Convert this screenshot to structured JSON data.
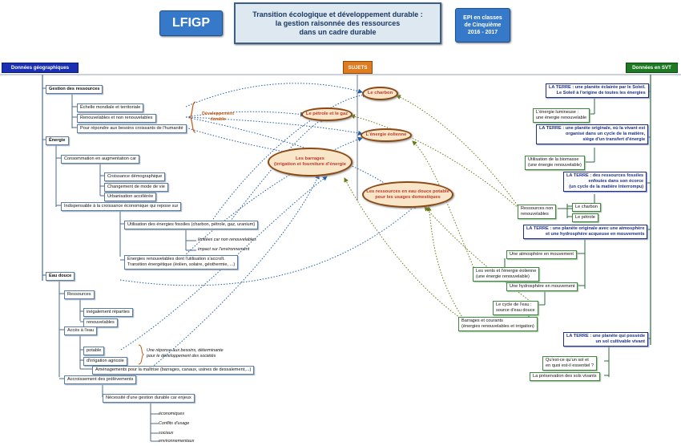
{
  "header": {
    "logo": "LFIGP",
    "title": "Transition écologique et développement durable :\nla gestion raisonnée des ressources\ndans un cadre durable",
    "epi": "EPI en classes\nde Cinquième\n2016 - 2017"
  },
  "branches": {
    "geo": "Données géographiques",
    "sujets": "SUJETS",
    "svt": "Données en SVT"
  },
  "geo": {
    "gestion": "Gestion des ressources",
    "echelle": "Échelle mondiale et territoriale",
    "renouv_non": "Renouvelables et non renouvelables",
    "besoins": "Pour répondre aux besoins croissants de l'humanité",
    "dev_durable": "Développement\ndurable",
    "energie": "Énergie",
    "conso": "Consommation en augmentation car",
    "croissance": "Croissance démographique",
    "mode_vie": "Changement de mode de vie",
    "urbanisation": "Urbanisation accélérée",
    "indispensable": "Indispensable à la croissance économique  qui repose sur",
    "fossiles": "Utilisation des énergies fossiles (charbon, pétrole, gaz, uranium)",
    "limitees": "limitées car non renouvelables",
    "impact": "impact sur l'environnement",
    "renouvelables": "Énergies renouvelables dont l'utilisation s'accroît.\nTransition énergétique (éolien, solaire, géothermie, ...)",
    "eau": "Eau douce",
    "ressources": "Ressources",
    "inegal": "inégalement réparties",
    "renouv": "renouvelables",
    "acces": "Accès à l'eau",
    "potable": "potable",
    "irrigation": "d'irrigation agricole",
    "reponse": "Une réponse aux besoins, déterminante\npour le développement des sociétés",
    "amenagements": "Aménagements pour la maîtrise (barrages, canaux, usines de dessalement,...)",
    "accroissement": "Accroissement des prélèvements",
    "necessite": "Nécessité d'une gestion durable car enjeux",
    "economiques": "économiques",
    "conflits": "Conflits d'usage",
    "sociaux": "sociaux",
    "environnementaux": "environnementaux"
  },
  "sujets": {
    "charbon": "Le charbon",
    "petrole": "Le pétrole et le gaz",
    "eolienne": "L'énergie éolienne",
    "barrages": "Les barrages\n(irrigation et fourniture d'énergie",
    "eau": "Les ressources en eau  douce potable\npour les usages domestiques"
  },
  "svt": {
    "terre1": "LA TERRE : une planète éclairée par le Soleil.\nLe Soleil à l'origine de toutes les énergies",
    "lumineuse": "L'énergie lumineuse :\nune énergie renouvelable",
    "terre2": "LA TERRE : une planète originale, où la vivant est\norganisé dans un cycle de la matière,\nsiège d'un transfert d'énergie",
    "biomasse": "Utilisation de la biomasse\n(une énergie renouvelable)",
    "terre3": "LA TERRE : des ressources fossiles\nenfouies dans son écorce\n(un cycle de la matière interrompu)",
    "non_renouv": "Ressources non\nrenouvelables",
    "charbon": "Le charbon",
    "petrole": "Le pétrole",
    "terre4": "LA TERRE : une planète originale avec une atmosphère\net une hydrosphère acqueuse en mouvements",
    "atmosphere": "Une atmosphère en mouvement",
    "vents": "Les vents et l'énergie éolienne\n(une énergie renouvelable)",
    "hydrosphere": "Une hydrosphère en mouvement",
    "cycle_eau": "Le cycle de l'eau :\nsource d'eau douce",
    "barrages": "Barrages et courants\n(énergies renouvelables et irrigation)",
    "terre5": "LA TERRE : une planète qui possède\nun sol cultivable vivant",
    "sol": "Qu'est-ce qu'un sol et\nen quoi est-il essentiel ?",
    "preservation": "La préservation des sols vivants"
  },
  "colors": {
    "blue_header": "#3579c8",
    "geo_branch": "#1a2fb4",
    "svt_branch": "#1d7a22",
    "sujets": "#e07b1e",
    "oval_border": "#8b4a14",
    "oval_text": "#c0392b"
  }
}
